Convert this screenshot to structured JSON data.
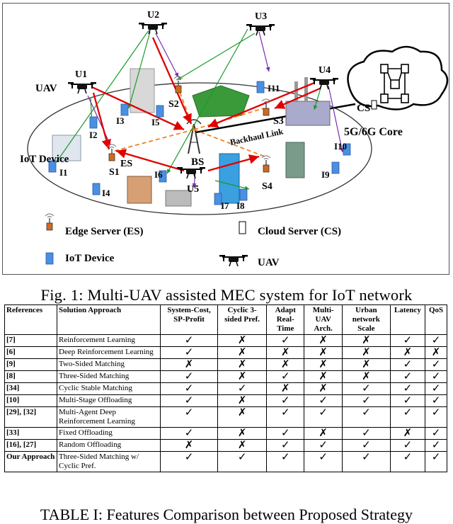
{
  "figure": {
    "uavs": [
      "U1",
      "U2",
      "U3",
      "U4",
      "U5"
    ],
    "servers": [
      "S1",
      "S2",
      "S3",
      "S4"
    ],
    "devices": [
      "I1",
      "I2",
      "I3",
      "I4",
      "I5",
      "I6",
      "I7",
      "I8",
      "I9",
      "I10",
      "I11"
    ],
    "labels": {
      "uav": "UAV",
      "iot_device": "IoT Device",
      "es": "ES",
      "bs": "BS",
      "cs": "CS",
      "backhaul": "Backhaul Link",
      "core": "5G/6G Core"
    },
    "legend": {
      "edge_server": "Edge Server (ES)",
      "cloud_server": "Cloud Server (CS)",
      "iot_device": "IoT Device",
      "uav": "UAV"
    }
  },
  "figure_caption": "Fig. 1: Multi-UAV assisted MEC system for IoT network",
  "table": {
    "headers": [
      "References",
      "Solution Approach",
      "System-Cost, SP-Profit",
      "Cyclic 3-sided Pref.",
      "Adapt Real-Time",
      "Multi-UAV Arch.",
      "Urban network Scale",
      "Latency",
      "QoS"
    ],
    "rows": [
      {
        "ref": "[7]",
        "approach": "Reinforcement Learning",
        "marks": [
          "✓",
          "✗",
          "✓",
          "✗",
          "✗",
          "✓",
          "✓"
        ]
      },
      {
        "ref": "[6]",
        "approach": "Deep Reinforcement Learning",
        "marks": [
          "✓",
          "✗",
          "✗",
          "✗",
          "✗",
          "✗",
          "✗"
        ]
      },
      {
        "ref": "[9]",
        "approach": "Two-Sided Matching",
        "marks": [
          "✗",
          "✗",
          "✗",
          "✗",
          "✗",
          "✓",
          "✓"
        ]
      },
      {
        "ref": "[8]",
        "approach": "Three-Sided Matching",
        "marks": [
          "✓",
          "✗",
          "✓",
          "✗",
          "✗",
          "✓",
          "✓"
        ]
      },
      {
        "ref": "[34]",
        "approach": "Cyclic Stable Matching",
        "marks": [
          "✓",
          "✓",
          "✗",
          "✗",
          "✓",
          "✓",
          "✓"
        ]
      },
      {
        "ref": "[10]",
        "approach": "Multi-Stage Offloading",
        "marks": [
          "✓",
          "✗",
          "✓",
          "✓",
          "✓",
          "✓",
          "✓"
        ]
      },
      {
        "ref": "[29], [32]",
        "approach": "Multi-Agent Deep Reinforcement Learning",
        "marks": [
          "✓",
          "✗",
          "✓",
          "✓",
          "✓",
          "✓",
          "✓"
        ]
      },
      {
        "ref": "[33]",
        "approach": "Fixed Offloading",
        "marks": [
          "✓",
          "✗",
          "✓",
          "✗",
          "✓",
          "✗",
          "✓"
        ]
      },
      {
        "ref": "[16], [27]",
        "approach": "Random Offloading",
        "marks": [
          "✗",
          "✗",
          "✓",
          "✓",
          "✓",
          "✓",
          "✓"
        ]
      },
      {
        "ref": "Our Approach",
        "approach": "Three-Sided Matching w/ Cyclic Pref.",
        "marks": [
          "✓",
          "✓",
          "✓",
          "✓",
          "✓",
          "✓",
          "✓"
        ]
      }
    ]
  },
  "table_caption": "TABLE I: Features Comparison between Proposed Strategy"
}
